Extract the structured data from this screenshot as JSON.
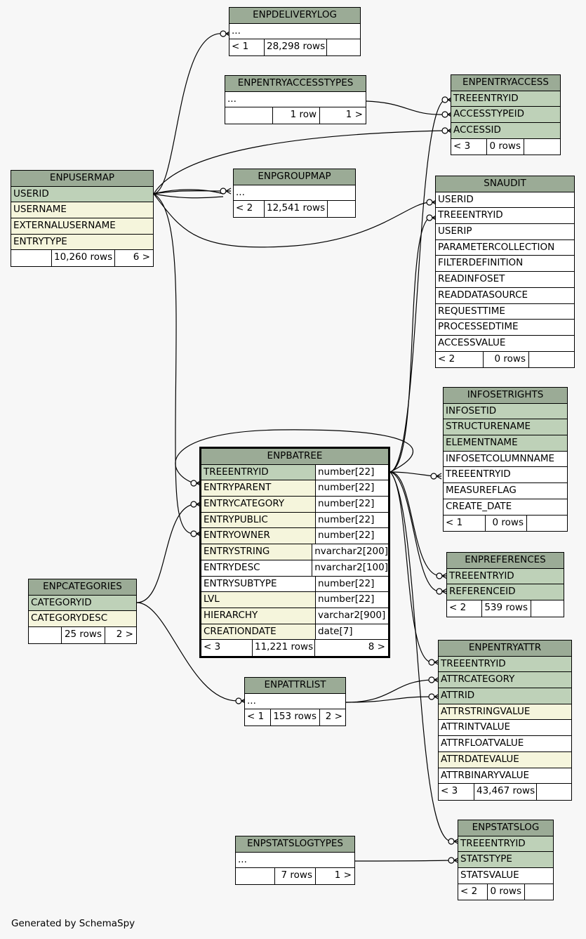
{
  "tables": [
    {
      "id": "enpdeliverylog",
      "name": "ENPDELIVERYLOG",
      "stub": "...",
      "footer": [
        "< 1",
        "28,298 rows",
        ""
      ]
    },
    {
      "id": "enpentryaccesstypes",
      "name": "ENPENTRYACCESSTYPES",
      "stub": "...",
      "footer": [
        "",
        "1 row",
        "1 >"
      ]
    },
    {
      "id": "enpentryaccess",
      "name": "ENPENTRYACCESS",
      "columns": [
        {
          "name": "TREEENTRYID",
          "kind": "key"
        },
        {
          "name": "ACCESSTYPEID",
          "kind": "key"
        },
        {
          "name": "ACCESSID",
          "kind": "key"
        }
      ],
      "footer": [
        "< 3",
        "0 rows",
        ""
      ]
    },
    {
      "id": "enpusermap",
      "name": "ENPUSERMAP",
      "columns": [
        {
          "name": "USERID",
          "kind": "key"
        },
        {
          "name": "USERNAME",
          "kind": "idx"
        },
        {
          "name": "EXTERNALUSERNAME",
          "kind": "idx"
        },
        {
          "name": "ENTRYTYPE",
          "kind": "idx"
        }
      ],
      "footer": [
        "",
        "10,260 rows",
        "6 >"
      ]
    },
    {
      "id": "enpgroupmap",
      "name": "ENPGROUPMAP",
      "stub": "...",
      "footer": [
        "< 2",
        "12,541 rows",
        ""
      ]
    },
    {
      "id": "snaudit",
      "name": "SNAUDIT",
      "columns": [
        {
          "name": "USERID",
          "kind": "col"
        },
        {
          "name": "TREEENTRYID",
          "kind": "col"
        },
        {
          "name": "USERIP",
          "kind": "col"
        },
        {
          "name": "PARAMETERCOLLECTION",
          "kind": "col"
        },
        {
          "name": "FILTERDEFINITION",
          "kind": "col"
        },
        {
          "name": "READINFOSET",
          "kind": "col"
        },
        {
          "name": "READDATASOURCE",
          "kind": "col"
        },
        {
          "name": "REQUESTTIME",
          "kind": "col"
        },
        {
          "name": "PROCESSEDTIME",
          "kind": "col"
        },
        {
          "name": "ACCESSVALUE",
          "kind": "col"
        }
      ],
      "footer": [
        "< 2",
        "0 rows",
        ""
      ]
    },
    {
      "id": "infosetrights",
      "name": "INFOSETRIGHTS",
      "columns": [
        {
          "name": "INFOSETID",
          "kind": "key"
        },
        {
          "name": "STRUCTURENAME",
          "kind": "key"
        },
        {
          "name": "ELEMENTNAME",
          "kind": "key"
        },
        {
          "name": "INFOSETCOLUMNNAME",
          "kind": "col"
        },
        {
          "name": "TREEENTRYID",
          "kind": "col"
        },
        {
          "name": "MEASUREFLAG",
          "kind": "col"
        },
        {
          "name": "CREATE_DATE",
          "kind": "col"
        }
      ],
      "footer": [
        "< 1",
        "0 rows",
        ""
      ]
    },
    {
      "id": "enpbatree",
      "name": "ENPBATREE",
      "columns": [
        {
          "name": "TREEENTRYID",
          "kind": "key",
          "type": "number[22]"
        },
        {
          "name": "ENTRYPARENT",
          "kind": "idx",
          "type": "number[22]"
        },
        {
          "name": "ENTRYCATEGORY",
          "kind": "idx",
          "type": "number[22]"
        },
        {
          "name": "ENTRYPUBLIC",
          "kind": "idx",
          "type": "number[22]"
        },
        {
          "name": "ENTRYOWNER",
          "kind": "idx",
          "type": "number[22]"
        },
        {
          "name": "ENTRYSTRING",
          "kind": "idx",
          "type": "nvarchar2[200]"
        },
        {
          "name": "ENTRYDESC",
          "kind": "col",
          "type": "nvarchar2[100]"
        },
        {
          "name": "ENTRYSUBTYPE",
          "kind": "col",
          "type": "number[22]"
        },
        {
          "name": "LVL",
          "kind": "idx",
          "type": "number[22]"
        },
        {
          "name": "HIERARCHY",
          "kind": "idx",
          "type": "varchar2[900]"
        },
        {
          "name": "CREATIONDATE",
          "kind": "idx",
          "type": "date[7]"
        }
      ],
      "footer": [
        "< 3",
        "11,221 rows",
        "8 >"
      ]
    },
    {
      "id": "enpreferences",
      "name": "ENPREFERENCES",
      "columns": [
        {
          "name": "TREEENTRYID",
          "kind": "key"
        },
        {
          "name": "REFERENCEID",
          "kind": "key"
        }
      ],
      "footer": [
        "< 2",
        "539 rows",
        ""
      ]
    },
    {
      "id": "enpcategories",
      "name": "ENPCATEGORIES",
      "columns": [
        {
          "name": "CATEGORYID",
          "kind": "key"
        },
        {
          "name": "CATEGORYDESC",
          "kind": "idx"
        }
      ],
      "footer": [
        "",
        "25 rows",
        "2 >"
      ]
    },
    {
      "id": "enpentryattr",
      "name": "ENPENTRYATTR",
      "columns": [
        {
          "name": "TREEENTRYID",
          "kind": "key"
        },
        {
          "name": "ATTRCATEGORY",
          "kind": "key"
        },
        {
          "name": "ATTRID",
          "kind": "key"
        },
        {
          "name": "ATTRSTRINGVALUE",
          "kind": "idx"
        },
        {
          "name": "ATTRINTVALUE",
          "kind": "col"
        },
        {
          "name": "ATTRFLOATVALUE",
          "kind": "col"
        },
        {
          "name": "ATTRDATEVALUE",
          "kind": "idx"
        },
        {
          "name": "ATTRBINARYVALUE",
          "kind": "col"
        }
      ],
      "footer": [
        "< 3",
        "43,467 rows",
        ""
      ]
    },
    {
      "id": "enpattrlist",
      "name": "ENPATTRLIST",
      "stub": "...",
      "footer": [
        "< 1",
        "153 rows",
        "2 >"
      ]
    },
    {
      "id": "enpstatslog",
      "name": "ENPSTATSLOG",
      "columns": [
        {
          "name": "TREEENTRYID",
          "kind": "key"
        },
        {
          "name": "STATSTYPE",
          "kind": "key"
        },
        {
          "name": "STATSVALUE",
          "kind": "col"
        }
      ],
      "footer": [
        "< 2",
        "0 rows",
        ""
      ]
    },
    {
      "id": "enpstatslogtypes",
      "name": "ENPSTATSLOGTYPES",
      "stub": "...",
      "footer": [
        "",
        "7 rows",
        "1 >"
      ]
    }
  ],
  "generated_by": "Generated by SchemaSpy",
  "colors": {
    "header": "#9bab96",
    "key": "#bed1b8",
    "index": "#f5f5dc",
    "column": "#ffffff",
    "background": "#f7f7f7"
  }
}
